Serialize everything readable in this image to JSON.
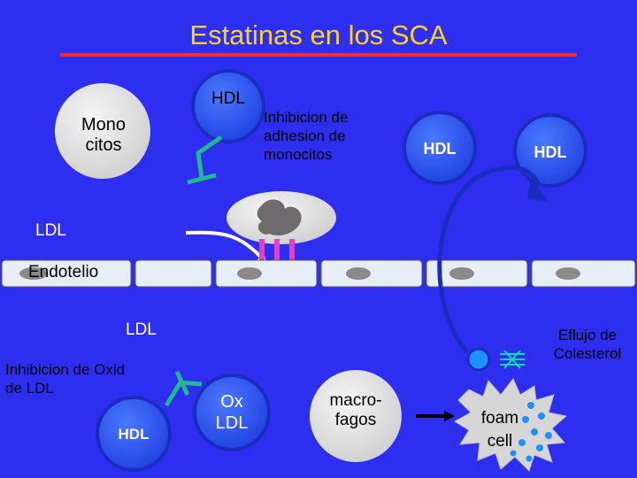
{
  "title": "Estatinas en los SCA",
  "labels": {
    "monocitos_1": "Mono",
    "monocitos_2": "citos",
    "hdl": "HDL",
    "inhibicion_adhesion_1": "Inhibicion de",
    "inhibicion_adhesion_2": "adhesion de",
    "inhibicion_adhesion_3": "monocitos",
    "ldl": "LDL",
    "endotelio": "Endotelio",
    "inhibicion_oxid_1": "Inhibicion de Oxid",
    "inhibicion_oxid_2": "de LDL",
    "ox_ldl_1": "Ox",
    "ox_ldl_2": "LDL",
    "macrofagos_1": "macro-",
    "macrofagos_2": "fagos",
    "foam_cell_1": "foam",
    "foam_cell_2": "cell",
    "eflujo_1": "Eflujo de",
    "eflujo_2": "Colesterol"
  },
  "colors": {
    "background": "#2e2ef0",
    "title": "#ffd21f",
    "title_rule": "#ff2a2a",
    "hdl_fill": "#2f5cff",
    "hdl_ring": "#1a2cc0",
    "cell_fill": "#e6e6e6",
    "inhibitor": "#1fb890",
    "adhesion_molecule": "#e040c8",
    "foam_dots": "#1e90ff"
  }
}
